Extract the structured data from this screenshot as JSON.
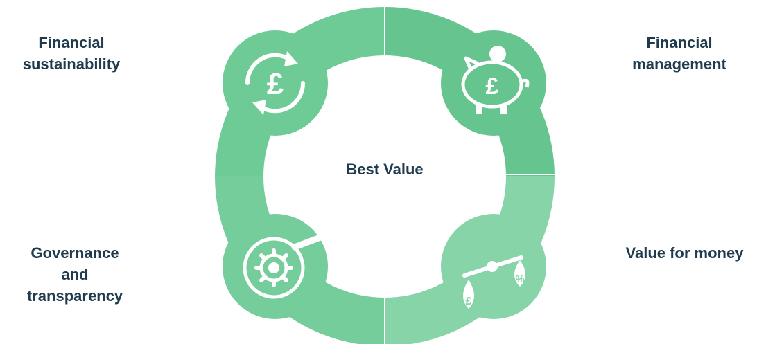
{
  "center": {
    "title": "Best Value"
  },
  "segments": [
    {
      "lines": [
        "Financial",
        "sustainability"
      ],
      "icon": "pound-cycle-icon"
    },
    {
      "lines": [
        "Financial",
        "management"
      ],
      "icon": "piggy-bank-icon"
    },
    {
      "lines": [
        "Governance",
        "and",
        "transparency"
      ],
      "icon": "gear-magnifier-icon"
    },
    {
      "lines": [
        "Value for money"
      ],
      "icon": "scales-icon"
    }
  ],
  "colors": {
    "ring": "#6fcb96",
    "ring_dark": "#5fbf88",
    "ring_light": "#8fd8ad",
    "icon": "#ffffff",
    "text": "#1f3b4d"
  }
}
